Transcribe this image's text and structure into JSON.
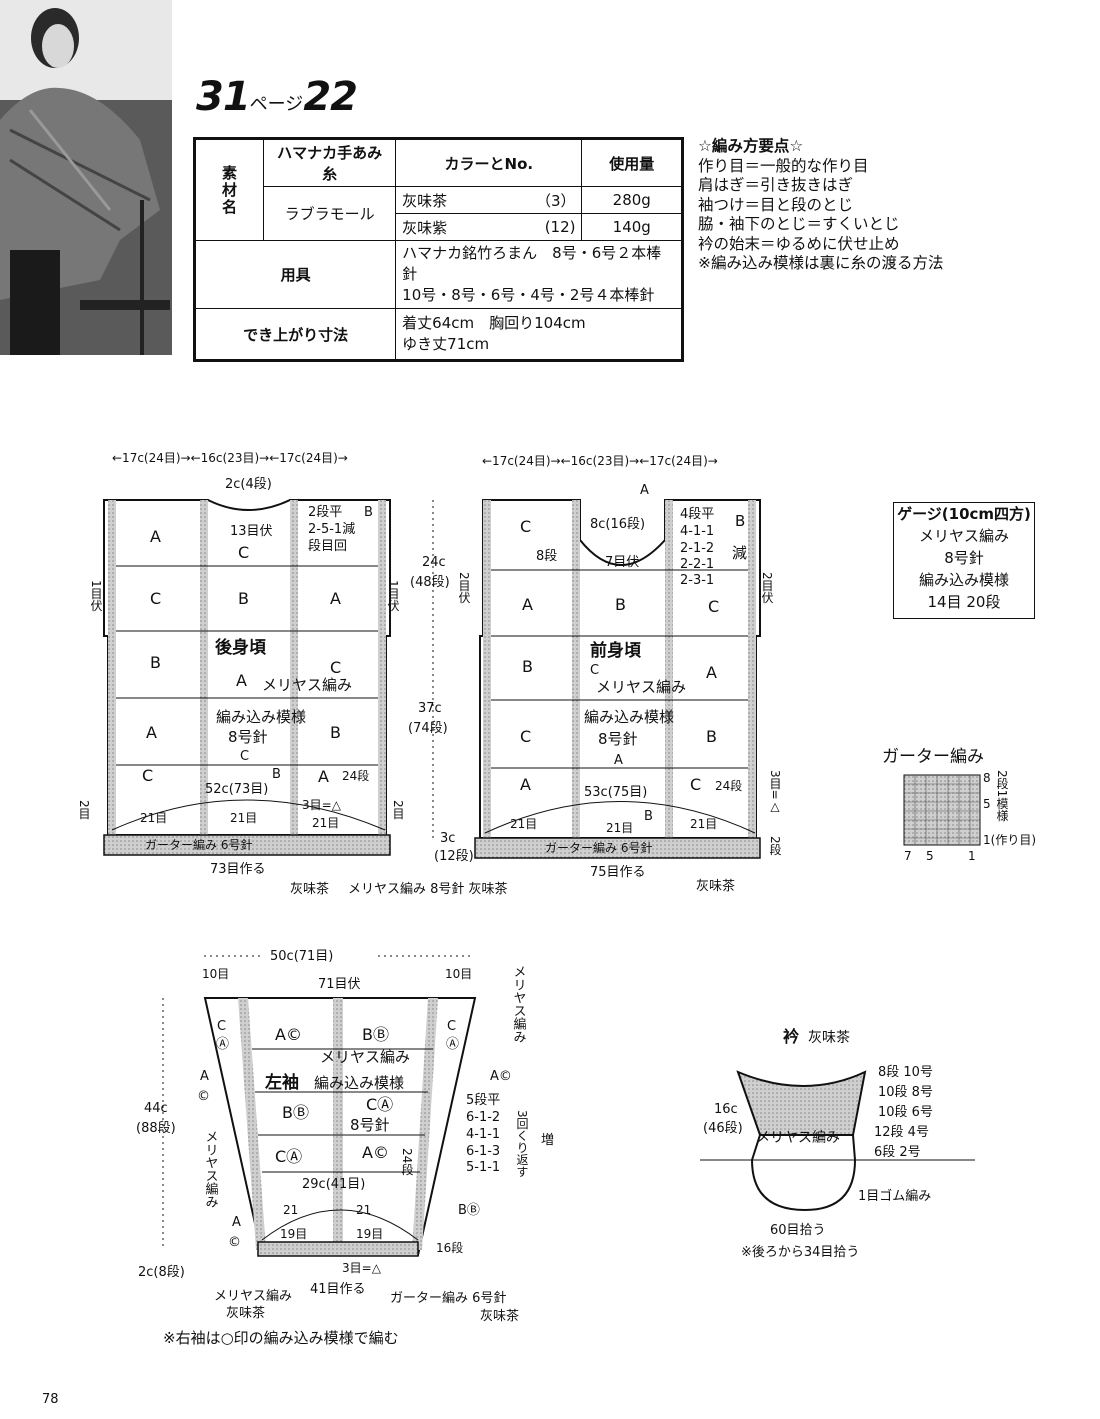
{
  "header": {
    "page_num": "31",
    "page_word": "ページ",
    "pattern_no": "22"
  },
  "spec": {
    "material_label": "素材名",
    "col_yarn": "ハマナカ手あみ糸",
    "col_color": "カラーとNo.",
    "col_usage": "使用量",
    "yarn_name": "ラブラモール",
    "colors": [
      {
        "name": "灰味茶",
        "no": "（3）",
        "usage": "280g"
      },
      {
        "name": "灰味紫",
        "no": "(12)",
        "usage": "140g"
      }
    ],
    "tools_label": "用具",
    "tools_line1": "ハマナカ銘竹ろまん　8号・6号２本棒針",
    "tools_line2": "10号・8号・6号・4号・2号４本棒針",
    "size_label": "でき上がり寸法",
    "size_line1": "着丈64cm　胸回り104cm",
    "size_line2": "ゆき丈71cm"
  },
  "points": [
    "☆編み方要点☆",
    "作り目＝一般的な作り目",
    "肩はぎ＝引き抜きはぎ",
    "袖つけ＝目と段のとじ",
    "脇・袖下のとじ＝すくいとじ",
    "衿の始末＝ゆるめに伏せ止め",
    "※編み込み模様は裏に糸の渡る方法"
  ],
  "gauge": {
    "title": "ゲージ(10cm四方)",
    "l1": "メリヤス編み",
    "l2": "8号針",
    "l3": "編み込み模様",
    "l4": "14目 20段"
  },
  "back": {
    "top_dims": "←17c(24目)→←16c(23目)→←17c(24目)→",
    "neck": "2c(4段)",
    "neck_off": "13目伏",
    "dec1": "2段平",
    "dec2": "2-5-1減",
    "dec3": "段目回",
    "b_top": "B",
    "side_top": "1目伏",
    "blocks": [
      "A",
      "C",
      "C",
      "B",
      "A",
      "B",
      "C",
      "A",
      "A",
      "B",
      "C",
      "B"
    ],
    "title": "後身頃",
    "stitch1": "メリヤス編み",
    "stitch2": "編み込み模様",
    "needle": "8号針",
    "c_mid": "C",
    "a_bot": "A",
    "b_bot": "B",
    "c_bot": "C",
    "width": "52c(73目)",
    "seg": "21目",
    "center": "3目=△",
    "rows24": "24段",
    "side": "2目",
    "garter": "ガーター編み 6号針",
    "cast": "73目作る",
    "yarn1": "灰味茶",
    "knit": "メリヤス編み 8号針 灰味茶"
  },
  "mid_dims": {
    "top": "24c",
    "top2": "(48段)",
    "mid": "37c",
    "mid2": "(74段)",
    "bot": "3c",
    "bot2": "(12段)"
  },
  "front": {
    "top_dims": "←17c(24目)→←16c(23目)→←17c(24目)→",
    "neck": "8c(16段)",
    "a_top": "A",
    "rows8": "8段",
    "off7": "7目伏",
    "dec1": "4段平",
    "dec2": "4-1-1",
    "dec3": "2-1-2",
    "dec4": "2-2-1",
    "dec5": "2-3-1",
    "b_top": "B",
    "gen": "減",
    "side_top": "2目伏",
    "title": "前身頃",
    "stitch1": "メリヤス編み",
    "stitch2": "編み込み模様",
    "needle": "8号針",
    "width": "53c(75目)",
    "seg": "21目",
    "rows24": "24段",
    "side_b": "3目=△",
    "garter": "ガーター編み 6号針",
    "cast": "75目作る",
    "yarn": "灰味茶",
    "side": "2段"
  },
  "garter_chart": {
    "title": "ガーター編み",
    "r8": "8",
    "r5": "5",
    "r1": "1(作り目)",
    "c7": "7",
    "c5": "5",
    "c1": "1",
    "note": "2段1模様"
  },
  "sleeve": {
    "top": "50c(71目)",
    "off": "71目伏",
    "ten": "10目",
    "title": "左袖",
    "stitch1": "メリヤス編み",
    "stitch2": "編み込み模様",
    "needle": "8号針",
    "len": "44c",
    "len2": "(88段)",
    "inc1": "5段平",
    "inc2": "6-1-2",
    "inc3": "4-1-1",
    "inc4": "6-1-3",
    "inc5": "5-1-1",
    "rep": "3回くり返す",
    "zou": "増",
    "rows24": "24段",
    "width": "29c(41目)",
    "seg21": "21",
    "seg19": "19目",
    "center": "3目=△",
    "rows16": "16段",
    "cast": "41目作る",
    "bottom": "2c(8段)",
    "knit": "メリヤス編み",
    "yarn": "灰味茶",
    "garter": "ガーター編み 6号針",
    "side_knit": "メリヤス編み",
    "note": "※右袖は○印の編み込み模様で編む"
  },
  "collar": {
    "title": "衿",
    "yarn": "灰味茶",
    "h": "16c",
    "h2": "(46段)",
    "stitch": "メリヤス編み",
    "rows": [
      "8段 10号",
      "10段 8号",
      "10段 6号",
      "12段 4号",
      "6段 2号"
    ],
    "rib": "1目ゴム編み",
    "pick": "60目拾う",
    "note": "※後ろから34目拾う"
  },
  "page_number": "78"
}
